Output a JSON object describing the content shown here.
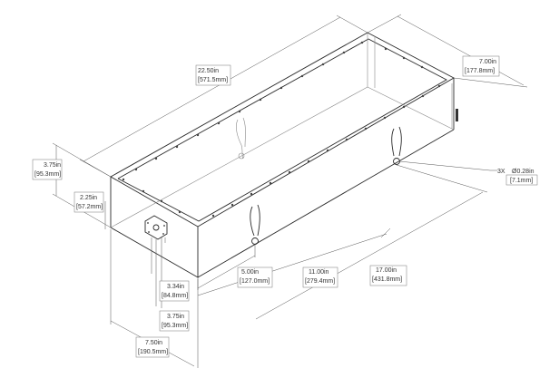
{
  "dimensions": {
    "length": {
      "inch": "22.50in",
      "mm": "[571.5mm]"
    },
    "width": {
      "inch": "7.00in",
      "mm": "[177.8mm]"
    },
    "height_total": {
      "inch": "3.75in",
      "mm": "[95.3mm]"
    },
    "height_partial": {
      "inch": "2.25in",
      "mm": "[57.2mm]"
    },
    "hole_callout": {
      "count": "3X",
      "dia": "Ø0.28in",
      "mm": "[7.1mm]"
    },
    "hole_offset_1": {
      "inch": "5.00in",
      "mm": "[127.0mm]"
    },
    "hole_offset_2": {
      "inch": "11.00in",
      "mm": "[279.4mm]"
    },
    "hole_offset_3": {
      "inch": "17.00in",
      "mm": "[431.8mm]"
    },
    "end_plate_1": {
      "inch": "3.34in",
      "mm": "[84.8mm]"
    },
    "end_plate_2": {
      "inch": "3.75in",
      "mm": "[95.3mm]"
    },
    "end_width": {
      "inch": "7.50in",
      "mm": "[190.5mm]"
    }
  }
}
